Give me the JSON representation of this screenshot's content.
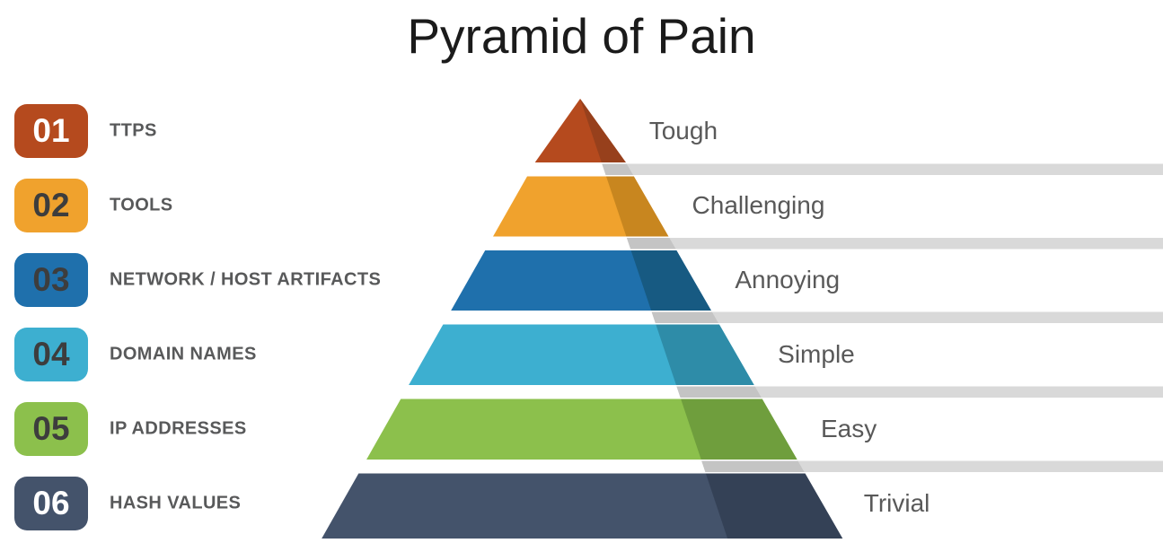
{
  "title": "Pyramid of Pain",
  "colors": {
    "title_text": "#1b1b1b",
    "label_text": "#58595a",
    "difficulty_text": "#595959",
    "bar": "#d9d9d9",
    "bar_shadow": "#c4c4c4",
    "badge_dark_text": "#3d3d3d",
    "badge_light_text": "#ffffff"
  },
  "levels": [
    {
      "number": "01",
      "label": "TTPS",
      "difficulty": "Tough",
      "color": "#b54a1e",
      "shade": "#97401c",
      "badge_text": "light"
    },
    {
      "number": "02",
      "label": "TOOLS",
      "difficulty": "Challenging",
      "color": "#f0a22d",
      "shade": "#c8861f",
      "badge_text": "dark"
    },
    {
      "number": "03",
      "label": "NETWORK / HOST ARTIFACTS",
      "difficulty": "Annoying",
      "color": "#1f70ac",
      "shade": "#175a82",
      "badge_text": "dark"
    },
    {
      "number": "04",
      "label": "DOMAIN NAMES",
      "difficulty": "Simple",
      "color": "#3dafd0",
      "shade": "#2e8ca8",
      "badge_text": "dark"
    },
    {
      "number": "05",
      "label": "IP ADDRESSES",
      "difficulty": "Easy",
      "color": "#8cc04c",
      "shade": "#6f9e3d",
      "badge_text": "dark"
    },
    {
      "number": "06",
      "label": "HASH VALUES",
      "difficulty": "Trivial",
      "color": "#44536b",
      "shade": "#344156",
      "badge_text": "light"
    }
  ]
}
